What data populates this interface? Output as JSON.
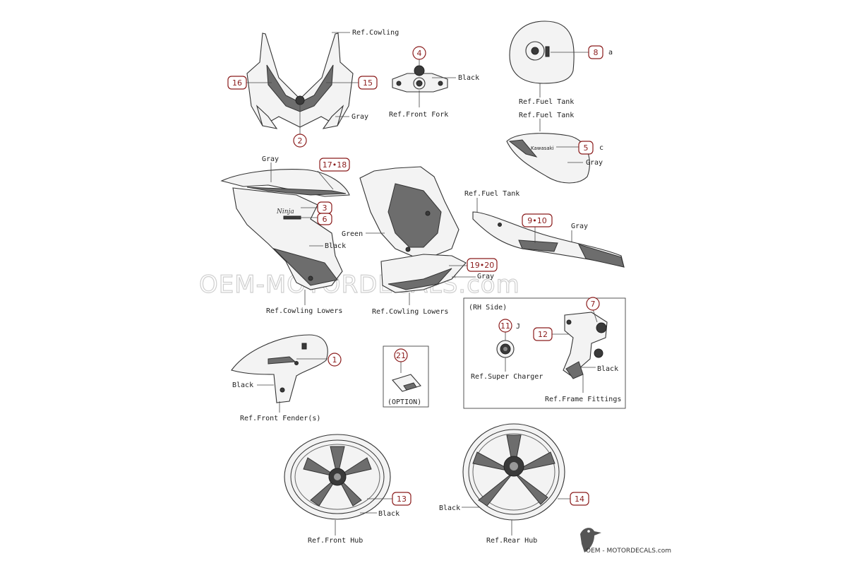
{
  "watermark": "OEM-MOTORDECALS.com",
  "footer_logo_text": "OEM - MOTORDECALS.com",
  "accent_color": "#8b1c1c",
  "labels": {
    "ref_cowling": "Ref.Cowling",
    "gray_nose": "Gray",
    "black_fork": "Black",
    "ref_front_fork": "Ref.Front Fork",
    "ref_fuel_tank_1": "Ref.Fuel Tank",
    "ref_fuel_tank_2": "Ref.Fuel Tank",
    "gray_tank": "Gray",
    "gray_side_top": "Gray",
    "black_side": "Black",
    "ref_cowling_lowers_1": "Ref.Cowling Lowers",
    "green_mid": "Green",
    "gray_mid": "Gray",
    "ref_cowling_lowers_2": "Ref.Cowling Lowers",
    "ref_fuel_tank_3": "Ref.Fuel Tank",
    "gray_tail": "Gray",
    "rh_side": "(RH Side)",
    "ref_super_charger": "Ref.Super Charger",
    "black_frame": "Black",
    "ref_frame_fittings": "Ref.Frame Fittings",
    "black_fender": "Black",
    "ref_front_fender": "Ref.Front Fender(s)",
    "option": "(OPTION)",
    "black_front_hub": "Black",
    "ref_front_hub": "Ref.Front Hub",
    "black_rear_hub": "Black",
    "ref_rear_hub": "Ref.Rear Hub",
    "mark_8": "a",
    "mark_5": "c",
    "mark_11": "J"
  },
  "callouts": {
    "c1": "1",
    "c2": "2",
    "c3": "3",
    "c4": "4",
    "c5": "5",
    "c6": "6",
    "c7": "7",
    "c8": "8",
    "c9_10": "9•10",
    "c11": "11",
    "c12": "12",
    "c13": "13",
    "c14": "14",
    "c15": "15",
    "c16": "16",
    "c17_18": "17•18",
    "c19_20": "19•20",
    "c21": "21"
  }
}
